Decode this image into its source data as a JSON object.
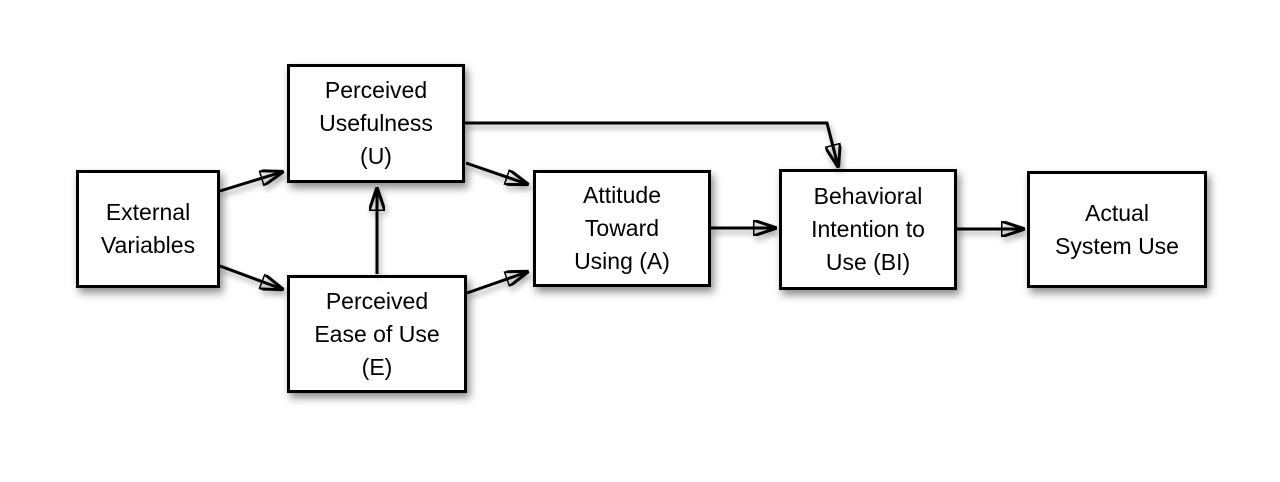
{
  "diagram": {
    "background": "#ffffff",
    "box_fill": "#ffffff",
    "box_border_color": "#000000",
    "text_color": "#000000",
    "arrow_color": "#000000"
  },
  "nodes": {
    "external_variables": {
      "label": "External\nVariables"
    },
    "perceived_usefulness": {
      "label": "Perceived\nUsefulness\n(U)"
    },
    "perceived_ease_of_use": {
      "label": "Perceived\nEase of Use\n(E)"
    },
    "attitude_toward_using": {
      "label": "Attitude\nToward\nUsing (A)"
    },
    "behavioral_intention": {
      "label": "Behavioral\nIntention to\nUse (BI)"
    },
    "actual_system_use": {
      "label": "Actual\nSystem Use"
    }
  },
  "edges": [
    {
      "from": "external_variables",
      "to": "perceived_usefulness"
    },
    {
      "from": "external_variables",
      "to": "perceived_ease_of_use"
    },
    {
      "from": "perceived_ease_of_use",
      "to": "perceived_usefulness"
    },
    {
      "from": "perceived_usefulness",
      "to": "behavioral_intention"
    },
    {
      "from": "perceived_usefulness",
      "to": "attitude_toward_using"
    },
    {
      "from": "perceived_ease_of_use",
      "to": "attitude_toward_using"
    },
    {
      "from": "attitude_toward_using",
      "to": "behavioral_intention"
    },
    {
      "from": "behavioral_intention",
      "to": "actual_system_use"
    }
  ]
}
